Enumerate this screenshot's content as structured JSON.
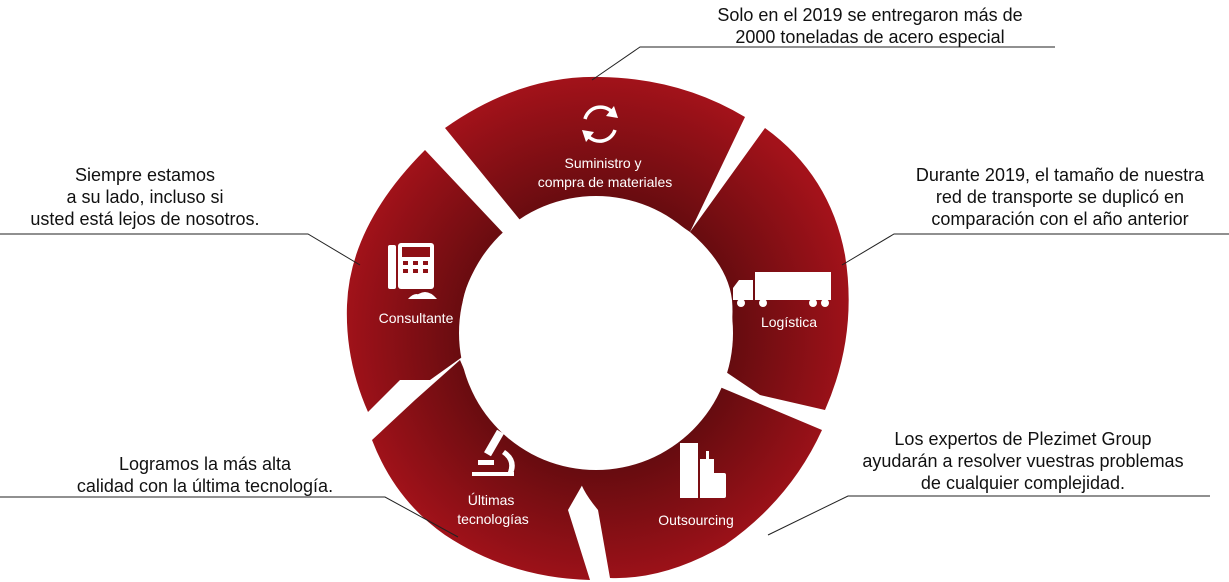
{
  "segments": [
    {
      "id": "supply",
      "label_lines": [
        "Suministro y",
        "compra de materiales"
      ],
      "icon": "cycle-arrows-icon"
    },
    {
      "id": "logistics",
      "label_lines": [
        "Logística"
      ],
      "icon": "truck-icon"
    },
    {
      "id": "outsourcing",
      "label_lines": [
        "Outsourcing"
      ],
      "icon": "buildings-icon"
    },
    {
      "id": "technology",
      "label_lines": [
        "Últimas",
        "tecnologías"
      ],
      "icon": "microscope-icon"
    },
    {
      "id": "consultant",
      "label_lines": [
        "Consultante"
      ],
      "icon": "phone-person-icon"
    }
  ],
  "callouts": {
    "supply": [
      "Solo en el 2019 se entregaron más de",
      "2000 toneladas de acero especial"
    ],
    "logistics": [
      "Durante 2019, el tamaño de nuestra",
      "red de transporte se duplicó en",
      "comparación con el año anterior"
    ],
    "outsourcing": [
      "Los expertos de Plezimet Group",
      "ayudarán a resolver vuestras problemas",
      "de cualquier complejidad."
    ],
    "technology": [
      "Logramos la más alta",
      "calidad con la última tecnología."
    ],
    "consultant": [
      "Siempre estamos",
      "a su lado, incluso si",
      "usted está lejos de nosotros."
    ]
  },
  "colors": {
    "ring_outer": "#9a0f14",
    "ring_inner": "#5e0b0e",
    "text": "#111111",
    "icon": "#ffffff"
  }
}
